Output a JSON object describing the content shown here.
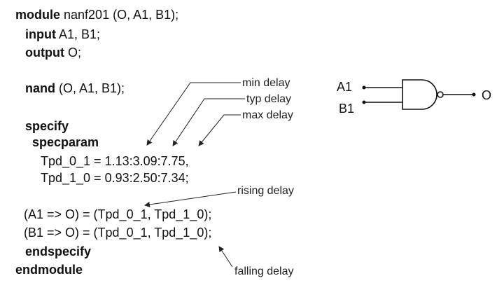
{
  "code": {
    "l1_kw": "module",
    "l1_rest": " nanf201 (O, A1, B1);",
    "l2_kw": "input",
    "l2_rest": " A1, B1;",
    "l3_kw": "output",
    "l3_rest": " O;",
    "l4_kw": "nand",
    "l4_rest": " (O, A1, B1);",
    "l5_kw": "specify",
    "l6_kw": "specparam",
    "l7": "Tpd_0_1 = 1.13:3.09:7.75,",
    "l8": "Tpd_1_0 = 0.93:2.50:7.34;",
    "l9": "(A1 => O) = (Tpd_0_1, Tpd_1_0);",
    "l10": "(B1 => O) = (Tpd_0_1, Tpd_1_0);",
    "l11_kw": "endspecify",
    "l12_kw": "endmodule"
  },
  "annotations": {
    "min": "min delay",
    "typ": "typ delay",
    "max": "max delay",
    "rising": "rising delay",
    "falling": "falling delay"
  },
  "gate": {
    "in_a": "A1",
    "in_b": "B1",
    "out": "O"
  }
}
